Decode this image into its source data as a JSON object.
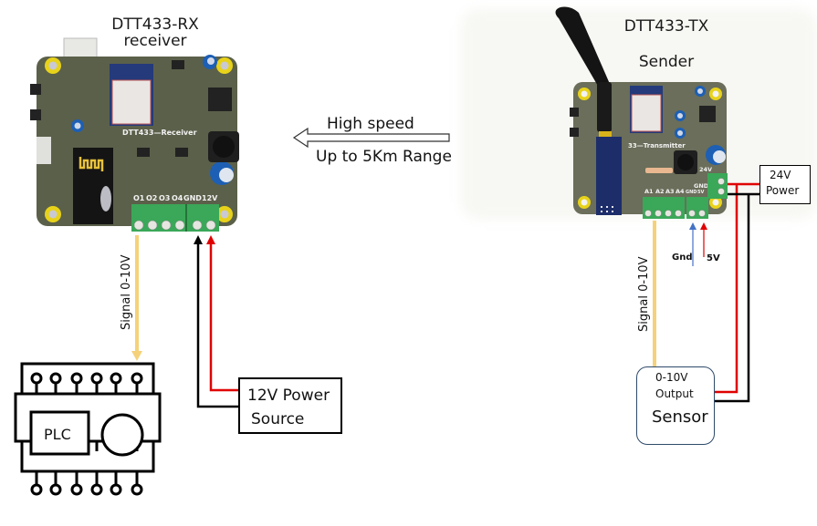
{
  "receiver": {
    "title_line1": "DTT433-RX",
    "title_line2": "receiver",
    "board_label": "DTT433—Receiver",
    "terminal_labels": [
      "O1",
      "O2",
      "O3",
      "O4",
      "GND",
      "12V"
    ]
  },
  "transmitter": {
    "title_line1": "DTT433-TX",
    "title_line2": "Sender",
    "board_label": "33—Transmitter",
    "terminal_labels": [
      "A1",
      "A2",
      "A3",
      "A4",
      "GND",
      "5V"
    ],
    "power_labels": [
      "24V",
      "GND"
    ]
  },
  "link": {
    "line1": "High speed",
    "line2": "Up to 5Km Range",
    "direction": "left"
  },
  "rx_side": {
    "signal_label": "Signal 0-10V",
    "plc_label": "PLC",
    "power_box_line1": "12V Power",
    "power_box_line2": "Source"
  },
  "tx_side": {
    "signal_label": "Signal 0-10V",
    "gnd_label": "Gnd",
    "v5_label": "5V",
    "power_box_line1": "24V",
    "power_box_line2": "Power",
    "sensor_line1": "0-10V",
    "sensor_line2": "Output",
    "sensor_title": "Sensor"
  },
  "colors": {
    "signal_wire": "#f5d27a",
    "positive_wire": "#e00000",
    "negative_wire": "#000000",
    "gnd_arrow": "#4472c4",
    "pcb": "#5b604a",
    "terminal": "#3aa858",
    "mount_hole": "#e8d21a"
  }
}
